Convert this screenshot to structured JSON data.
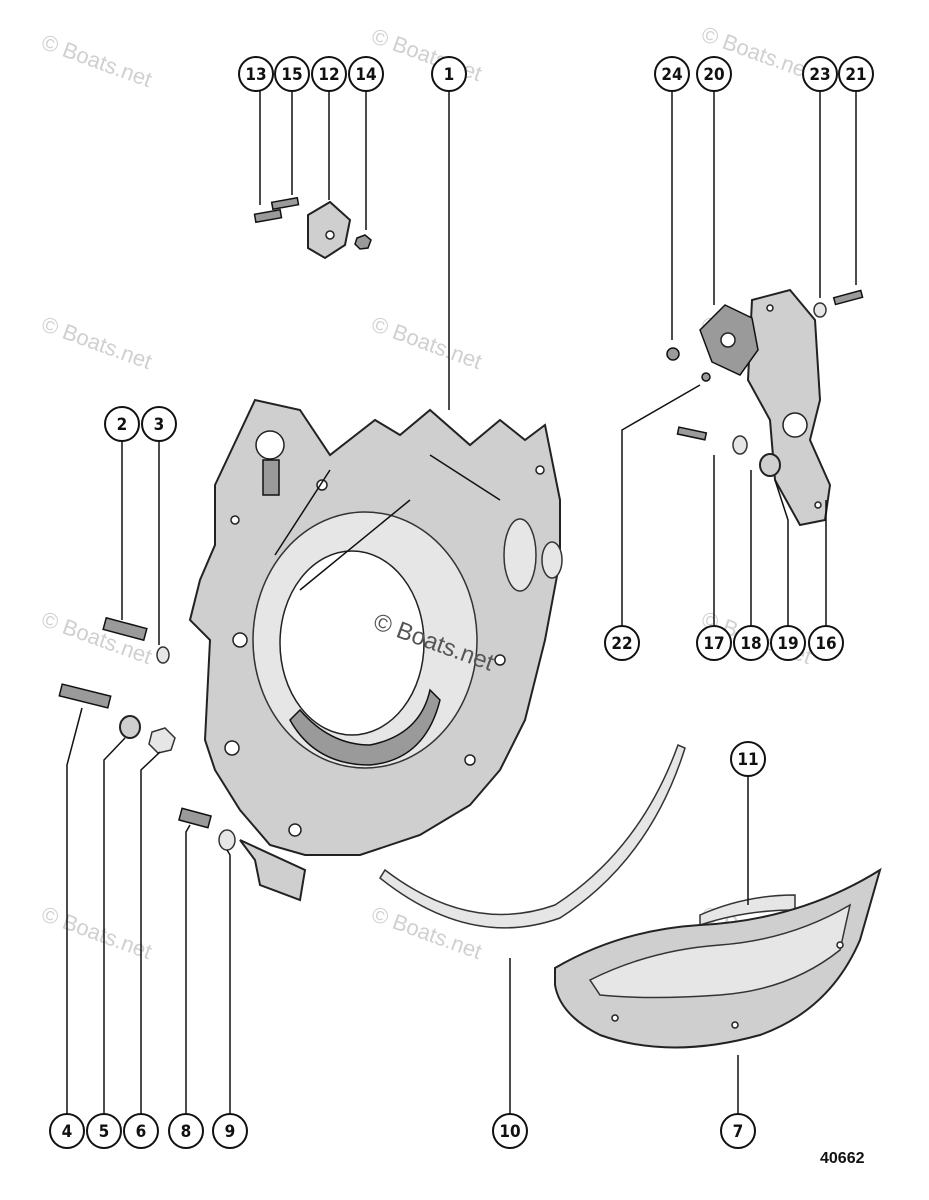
{
  "callouts": [
    {
      "label": "13"
    },
    {
      "label": "15"
    },
    {
      "label": "12"
    },
    {
      "label": "14"
    },
    {
      "label": "1"
    },
    {
      "label": "24"
    },
    {
      "label": "20"
    },
    {
      "label": "23"
    },
    {
      "label": "21"
    },
    {
      "label": "2"
    },
    {
      "label": "3"
    },
    {
      "label": "22"
    },
    {
      "label": "17"
    },
    {
      "label": "18"
    },
    {
      "label": "19"
    },
    {
      "label": "16"
    },
    {
      "label": "11"
    },
    {
      "label": "4"
    },
    {
      "label": "5"
    },
    {
      "label": "6"
    },
    {
      "label": "8"
    },
    {
      "label": "9"
    },
    {
      "label": "10"
    },
    {
      "label": "7"
    }
  ],
  "watermark_text": "© Boats.net",
  "figure_number": "40662",
  "colors": {
    "line": "#111111",
    "casting": "#cfcfcf",
    "watermark": "#d0d0d0"
  }
}
